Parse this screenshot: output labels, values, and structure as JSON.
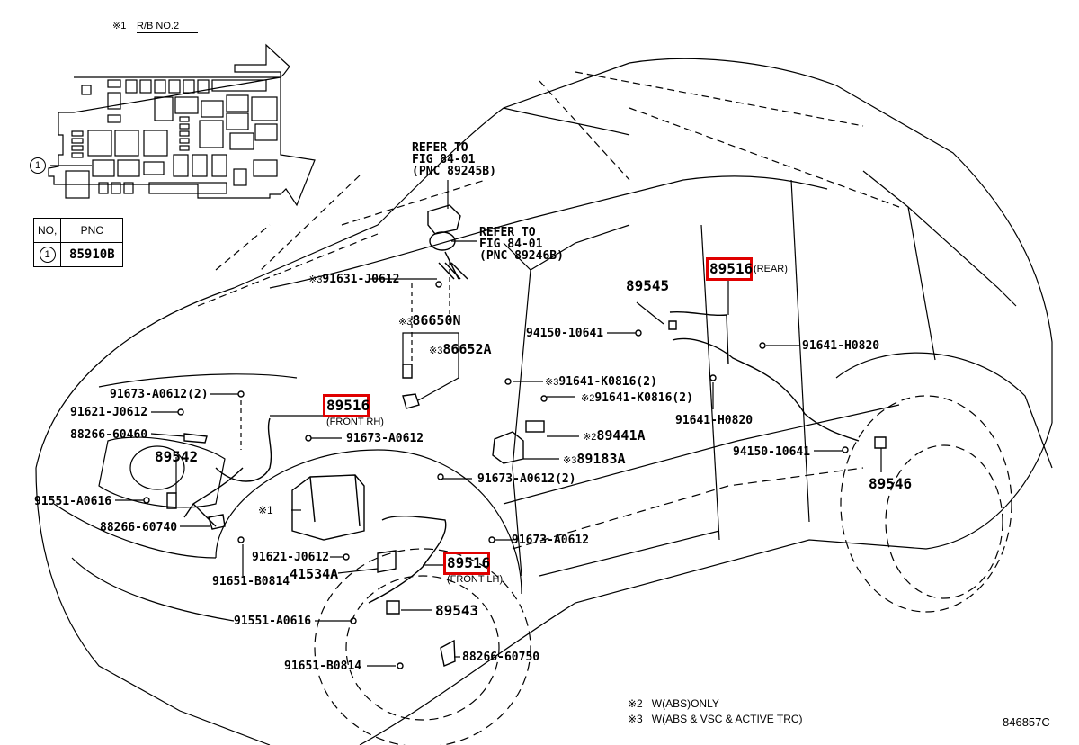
{
  "inset": {
    "title_mark": "※1",
    "title": "R/B NO.2",
    "callout": "1"
  },
  "pnc_table": {
    "headers": [
      "NO,",
      "PNC"
    ],
    "rows": [
      {
        "no": "1",
        "pnc": "85910B"
      }
    ]
  },
  "refer_notes": [
    {
      "line1": "REFER TO",
      "line2": "FIG 84-01",
      "line3": "(PNC 89245B)"
    },
    {
      "line1": "REFER TO",
      "line2": "FIG 84-01",
      "line3": "(PNC 89246B)"
    }
  ],
  "parts": {
    "p_91631_J0612": {
      "mark": "※3",
      "code": "91631-J0612"
    },
    "p_86650N": {
      "mark": "※3",
      "code": "86650N"
    },
    "p_86652A": {
      "mark": "※3",
      "code": "86652A"
    },
    "p_89516_rear": {
      "code": "89516",
      "note": "(REAR)",
      "highlighted": true
    },
    "p_89545": {
      "code": "89545"
    },
    "p_94150_10641_a": {
      "code": "94150-10641"
    },
    "p_91641_H0820_a": {
      "code": "91641-H0820"
    },
    "p_91641_K0816_3": {
      "mark": "※3",
      "code": "91641-K0816(2)"
    },
    "p_91641_K0816_2": {
      "mark": "※2",
      "code": "91641-K0816(2)"
    },
    "p_91641_H0820_b": {
      "code": "91641-H0820"
    },
    "p_89441A": {
      "mark": "※2",
      "code": "89441A"
    },
    "p_89183A": {
      "mark": "※3",
      "code": "89183A"
    },
    "p_94150_10641_b": {
      "code": "94150-10641"
    },
    "p_89546": {
      "code": "89546"
    },
    "p_91673_A0612_2a": {
      "code": "91673-A0612(2)"
    },
    "p_91621_J0612_a": {
      "code": "91621-J0612"
    },
    "p_88266_60460": {
      "code": "88266-60460"
    },
    "p_89542": {
      "code": "89542"
    },
    "p_91551_A0616_a": {
      "code": "91551-A0616"
    },
    "p_88266_60740": {
      "code": "88266-60740"
    },
    "p_89516_front_rh": {
      "code": "89516",
      "note": "(FRONT RH)",
      "highlighted": true
    },
    "p_91673_A0612_a": {
      "code": "91673-A0612"
    },
    "p_91673_A0612_2b": {
      "code": "91673-A0612(2)"
    },
    "p_rb_no2": {
      "mark": "※1"
    },
    "p_91673_A0612_b": {
      "code": "91673-A0612"
    },
    "p_91621_J0612_b": {
      "code": "91621-J0612"
    },
    "p_41534A": {
      "code": "41534A"
    },
    "p_89516_front_lh": {
      "code": "89516",
      "note": "(FRONT LH)",
      "highlighted": true
    },
    "p_91651_B0814_a": {
      "code": "91651-B0814"
    },
    "p_91551_A0616_b": {
      "code": "91551-A0616"
    },
    "p_89543": {
      "code": "89543"
    },
    "p_88266_60750": {
      "code": "88266-60750"
    },
    "p_91651_B0814_b": {
      "code": "91651-B0814"
    }
  },
  "legend": [
    {
      "mark": "※2",
      "text": "W(ABS)ONLY"
    },
    {
      "mark": "※3",
      "text": "W(ABS & VSC & ACTIVE TRC)"
    }
  ],
  "figure_id": "846857C",
  "highlight_color": "#e00000"
}
